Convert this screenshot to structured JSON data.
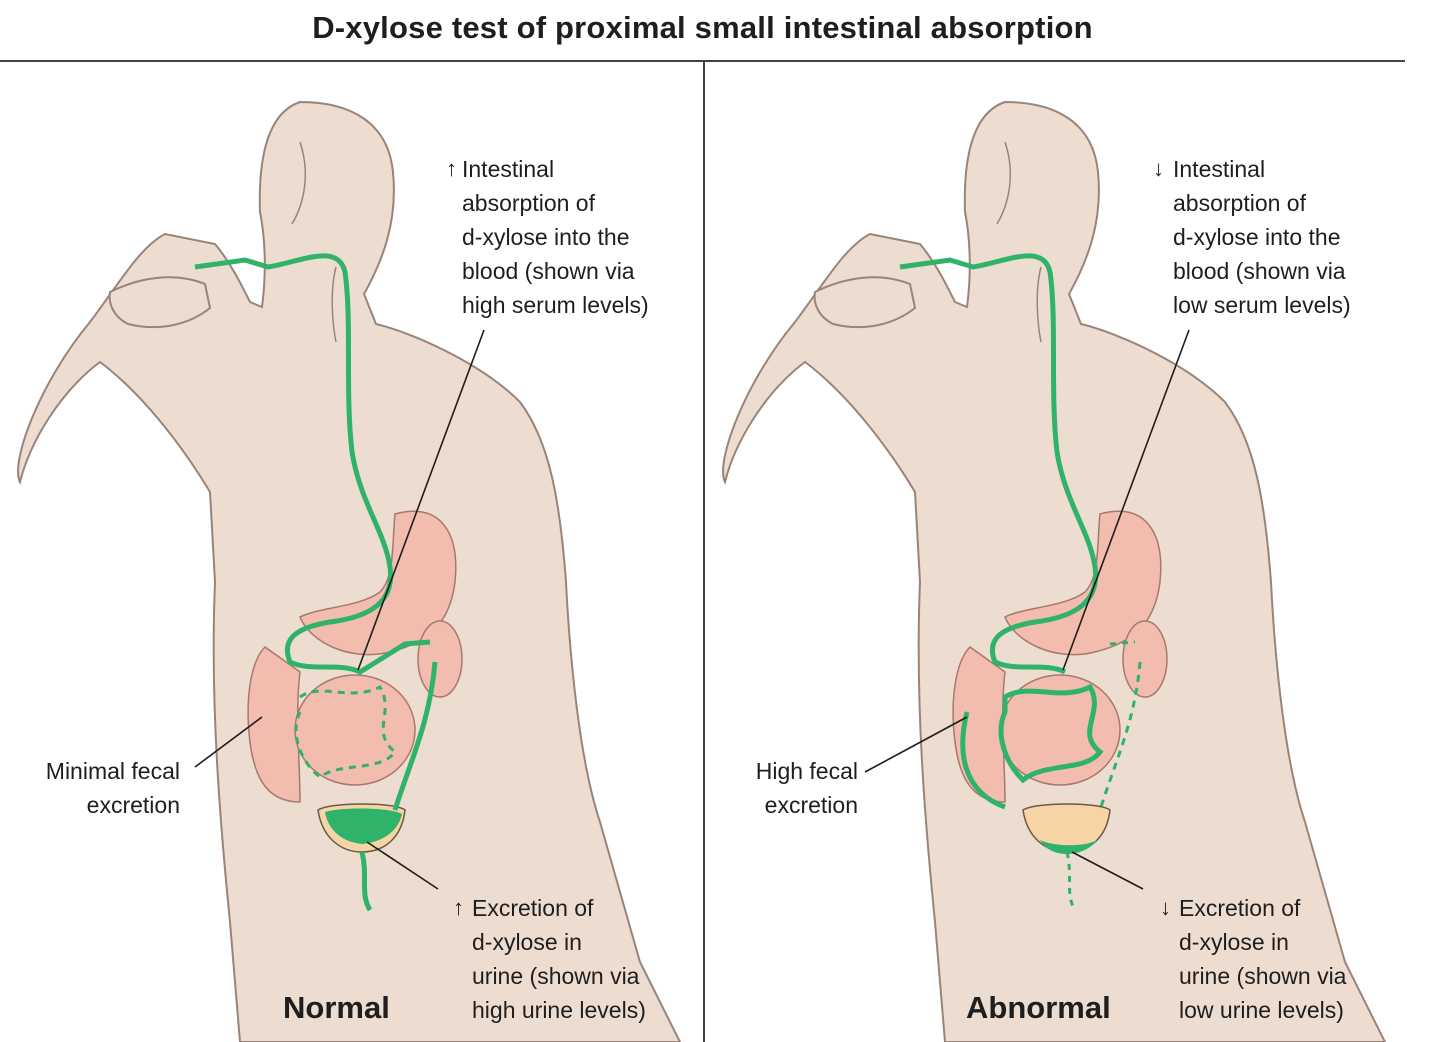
{
  "title": "D-xylose test of proximal small intestinal absorption",
  "colors": {
    "skin": "#eddcd0",
    "skin_outline": "#9a8478",
    "tract": "#2fb36a",
    "organ_pink": "#f2bcae",
    "bladder_fill": "#f6d4a6"
  },
  "panels": [
    {
      "caption": "Normal",
      "absorption": {
        "arrow": "up",
        "lines": [
          "Intestinal",
          "absorption of",
          "d-xylose into the",
          "blood (shown via",
          "high serum levels)"
        ]
      },
      "fecal": {
        "lines": [
          "Minimal fecal",
          "excretion"
        ]
      },
      "urine": {
        "arrow": "up",
        "lines": [
          "Excretion of",
          "d-xylose in",
          "urine (shown via",
          "high urine levels)"
        ]
      }
    },
    {
      "caption": "Abnormal",
      "absorption": {
        "arrow": "down",
        "lines": [
          "Intestinal",
          "absorption of",
          "d-xylose into the",
          "blood (shown via",
          "low serum levels)"
        ]
      },
      "fecal": {
        "lines": [
          "High fecal",
          "excretion"
        ]
      },
      "urine": {
        "arrow": "down",
        "lines": [
          "Excretion of",
          "d-xylose in",
          "urine (shown via",
          "low urine levels)"
        ]
      }
    }
  ]
}
